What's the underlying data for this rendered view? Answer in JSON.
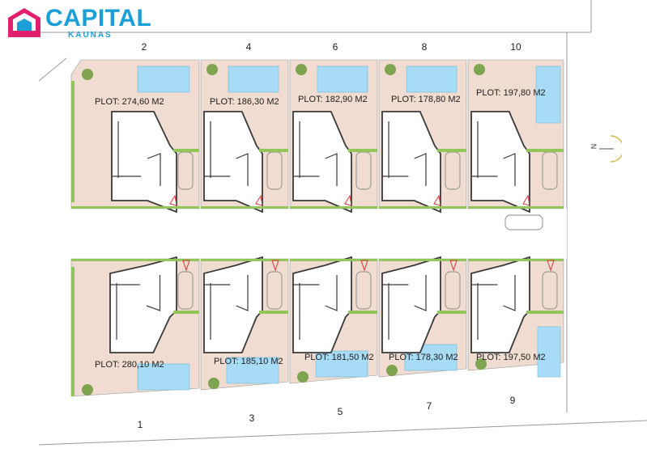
{
  "brand": {
    "name": "CAPITAL",
    "city": "KAUNAS",
    "logo_icon": "house-logo-icon",
    "colors": {
      "primary": "#1aa0d6",
      "accent": "#e2206e"
    }
  },
  "compass": {
    "label": "N",
    "icon": "north-arrow-icon"
  },
  "colors": {
    "plot": "#f0dcd0",
    "pool": "#a8dcf6",
    "hedge": "#93c65a",
    "wall": "#3a3a3a",
    "road": "#ffffff",
    "outline": "#9a9a9a"
  },
  "plots": {
    "north": [
      {
        "number": "2",
        "plot_label": "PLOT: 274,60 M2"
      },
      {
        "number": "4",
        "plot_label": "PLOT: 186,30 M2"
      },
      {
        "number": "6",
        "plot_label": "PLOT: 182,90 M2"
      },
      {
        "number": "8",
        "plot_label": "PLOT: 178,80 M2"
      },
      {
        "number": "10",
        "plot_label": "PLOT: 197,80 M2"
      }
    ],
    "south": [
      {
        "number": "1",
        "plot_label": "PLOT: 280,10 M2"
      },
      {
        "number": "3",
        "plot_label": "PLOT: 185,10 M2"
      },
      {
        "number": "5",
        "plot_label": "PLOT: 181,50 M2"
      },
      {
        "number": "7",
        "plot_label": "PLOT: 178,30 M2"
      },
      {
        "number": "9",
        "plot_label": "PLOT: 197,50 M2"
      }
    ]
  }
}
